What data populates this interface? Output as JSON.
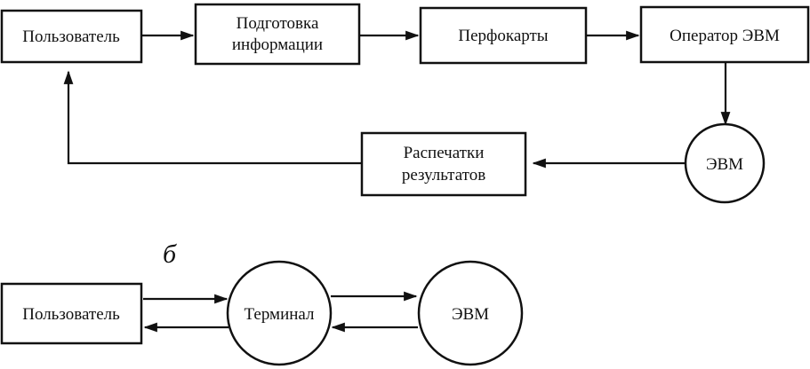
{
  "diagram_a": {
    "user": "Пользователь",
    "prep_line1": "Подготовка",
    "prep_line2": "информации",
    "punch_cards": "Перфокарты",
    "operator": "Оператор ЭВМ",
    "computer": "ЭВМ",
    "printouts_line1": "Распечатки",
    "printouts_line2": "результатов"
  },
  "diagram_b": {
    "label": "б",
    "user": "Пользователь",
    "terminal": "Терминал",
    "computer": "ЭВМ"
  }
}
